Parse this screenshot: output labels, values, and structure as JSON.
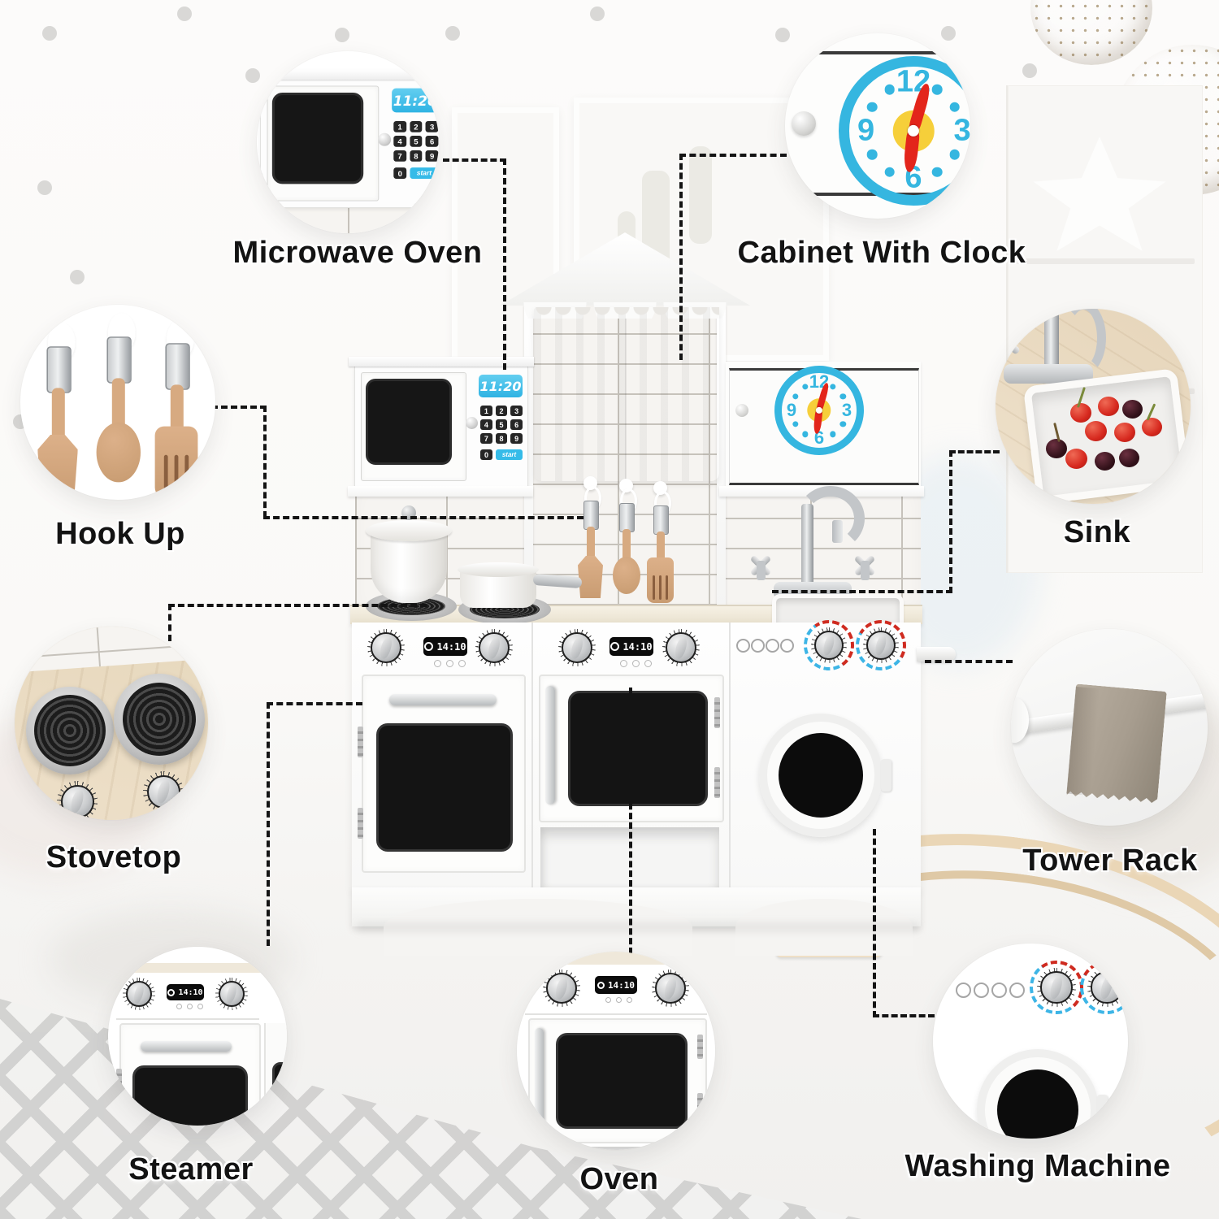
{
  "callouts": {
    "microwave_oven": "Microwave Oven",
    "cabinet_with_clock": "Cabinet With Clock",
    "hook_up": "Hook Up",
    "sink": "Sink",
    "stovetop": "Stovetop",
    "tower_rack": "Tower Rack",
    "steamer": "Steamer",
    "oven": "Oven",
    "washing_machine": "Washing Machine"
  },
  "microwave": {
    "display_time": "11:20",
    "keys": [
      "1",
      "2",
      "3",
      "4",
      "5",
      "6",
      "7",
      "8",
      "9"
    ],
    "zero_key": "0",
    "start_key": "start"
  },
  "clock": {
    "n12": "12",
    "n3": "3",
    "n6": "6",
    "n9": "9"
  },
  "cooker_display": {
    "time": "14:10"
  },
  "colors": {
    "display_blue": "#3fc0ea",
    "clock_blue": "#35b6e0",
    "clock_center_yellow": "#f6cf3a",
    "clock_hand_red": "#e3251b",
    "washer_ring_red": "#cf2b20",
    "washer_ring_blue": "#3db5e6",
    "cherry_red": "#d6281e",
    "utensil_wood": "#d7aa81",
    "towel_gray": "#a89e91",
    "leader_line": "#141414"
  }
}
